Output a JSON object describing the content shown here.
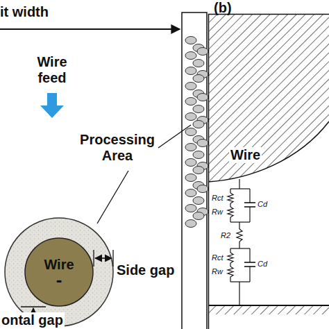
{
  "diagram": {
    "nodes": [
      {
        "text": [
          "Wire",
          "-"
        ]
      },
      {
        "text": [
          "Wire"
        ]
      }
    ],
    "labels": [
      "(b)",
      "it width",
      "Wire feed",
      "Processing Area",
      "Side gap",
      "ontal gap",
      "Rct",
      "Cd",
      "Rw",
      "R2",
      "Rw",
      "Rct",
      "Cd"
    ]
  }
}
